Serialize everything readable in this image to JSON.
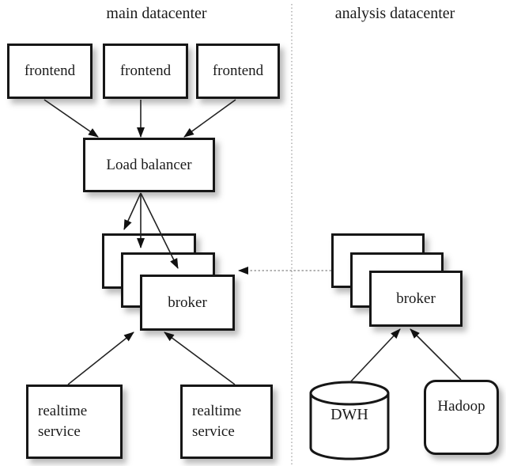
{
  "colors": {
    "ink": "#1b1b1b",
    "line": "#222222",
    "dashed_line": "#9a9a9a",
    "arrowhead": "#111111",
    "background": "#ffffff"
  },
  "sections": {
    "main": {
      "title": "main datacenter"
    },
    "analysis": {
      "title": "analysis datacenter"
    }
  },
  "nodes": {
    "frontend_1": {
      "label": "frontend",
      "shape": "rect"
    },
    "frontend_2": {
      "label": "frontend",
      "shape": "rect"
    },
    "frontend_3": {
      "label": "frontend",
      "shape": "rect"
    },
    "load_balancer": {
      "label": "Load balancer",
      "shape": "rect"
    },
    "main_broker": {
      "label": "broker",
      "shape": "stacked-rect"
    },
    "realtime_service_1": {
      "label": "realtime service",
      "shape": "rect"
    },
    "realtime_service_2": {
      "label": "realtime service",
      "shape": "rect"
    },
    "analysis_broker": {
      "label": "broker",
      "shape": "stacked-rect"
    },
    "dwh": {
      "label": "DWH",
      "shape": "cylinder"
    },
    "hadoop": {
      "label": "Hadoop",
      "shape": "rounded-rect"
    }
  },
  "edges": [
    {
      "from": "frontend_1",
      "to": "load_balancer",
      "style": "solid-arrow"
    },
    {
      "from": "frontend_2",
      "to": "load_balancer",
      "style": "solid-arrow"
    },
    {
      "from": "frontend_3",
      "to": "load_balancer",
      "style": "solid-arrow"
    },
    {
      "from": "load_balancer",
      "to": "main_broker",
      "style": "solid-arrow",
      "note": "three arrows, one per stacked box"
    },
    {
      "from": "realtime_service_1",
      "to": "main_broker",
      "style": "solid-arrow"
    },
    {
      "from": "realtime_service_2",
      "to": "main_broker",
      "style": "solid-arrow"
    },
    {
      "from": "dwh",
      "to": "analysis_broker",
      "style": "solid-arrow"
    },
    {
      "from": "hadoop",
      "to": "analysis_broker",
      "style": "solid-arrow"
    },
    {
      "from": "analysis_broker",
      "to": "main_broker",
      "style": "dashed-arrow"
    }
  ]
}
